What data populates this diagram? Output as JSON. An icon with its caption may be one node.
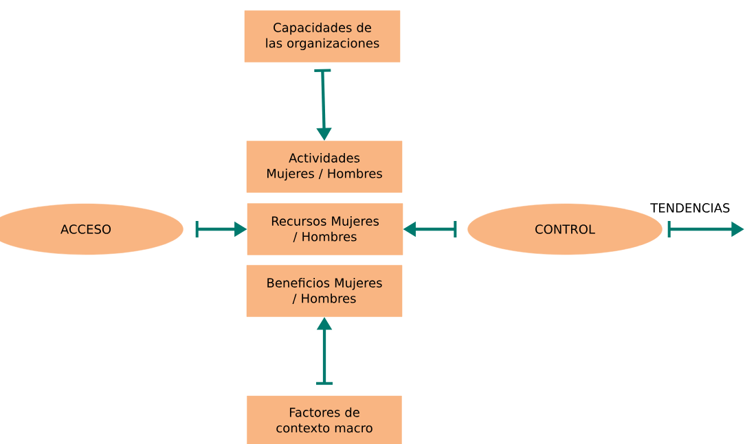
{
  "diagram": {
    "nodes": [
      {
        "text": [
          "Capacidades de las organizaciones"
        ]
      },
      {
        "text": [
          "Actividades Mujeres / Hombres"
        ]
      },
      {
        "text": [
          "Recursos Mujeres / Hombres"
        ]
      },
      {
        "text": [
          "Beneficios Mujeres / Hombres"
        ]
      },
      {
        "text": [
          "Factores de contexto macro"
        ]
      },
      {
        "text": [
          "ACCESO"
        ]
      },
      {
        "text": [
          "CONTROL"
        ]
      }
    ],
    "edges": [
      {
        "from": 0,
        "to": 1,
        "arrow": "to"
      },
      {
        "from": 5,
        "to": 2,
        "arrow": "to"
      },
      {
        "from": 6,
        "to": 2,
        "arrow": "to"
      },
      {
        "from": 4,
        "to": 3,
        "arrow": "to"
      },
      {
        "from": 6,
        "to": null,
        "arrow": "to"
      }
    ],
    "labels": [
      "TENDENCIAS"
    ]
  }
}
